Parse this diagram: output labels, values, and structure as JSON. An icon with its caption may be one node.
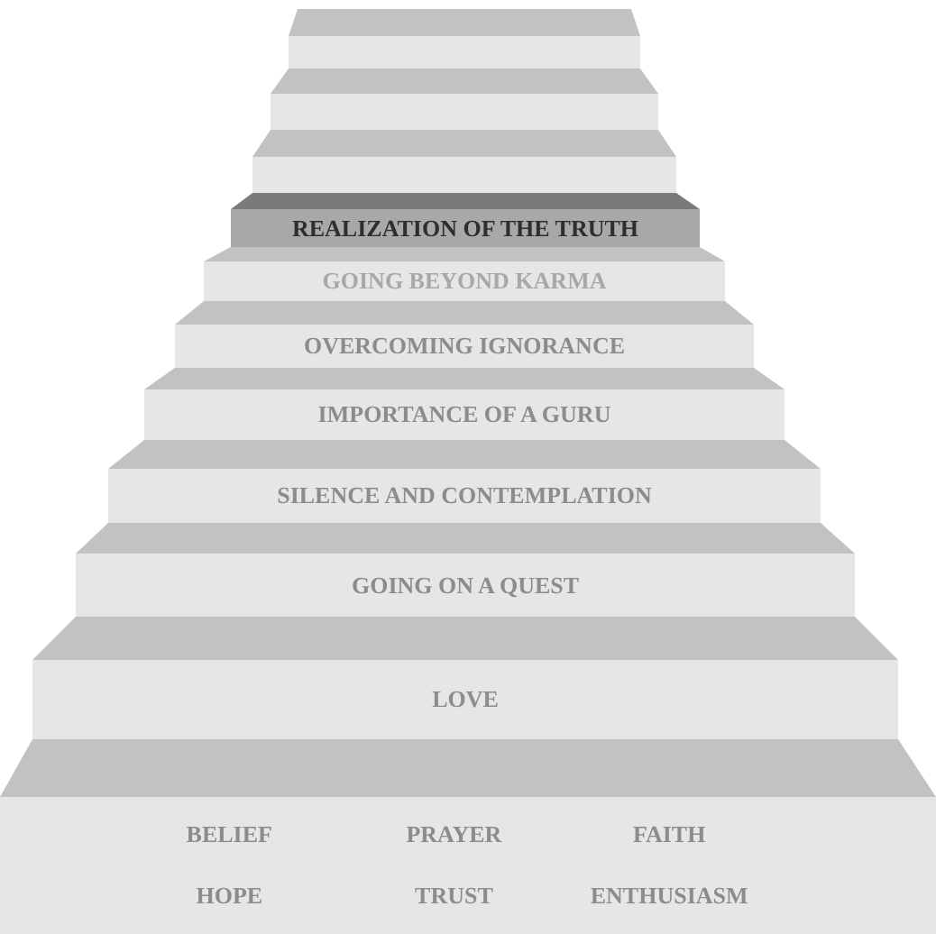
{
  "diagram": {
    "nodes": [
      {
        "text": [],
        "shape": "bar"
      },
      {
        "text": [],
        "shape": "bar"
      },
      {
        "text": [],
        "shape": "bar"
      },
      {
        "text": [
          "REALIZATION OF THE TRUTH"
        ]
      },
      {
        "text": [
          "GOING BEYOND KARMA"
        ]
      },
      {
        "text": [
          "OVERCOMING IGNORANCE"
        ]
      },
      {
        "text": [
          "IMPORTANCE OF A GURU"
        ]
      },
      {
        "text": [
          "SILENCE AND CONTEMPLATION"
        ]
      },
      {
        "text": [
          "GOING ON A QUEST"
        ]
      },
      {
        "text": [
          "LOVE"
        ]
      },
      {
        "text": [
          "BELIEF",
          "PRAYER",
          "FAITH",
          "HOPE",
          "TRUST",
          "ENTHUSIASM"
        ]
      }
    ]
  }
}
